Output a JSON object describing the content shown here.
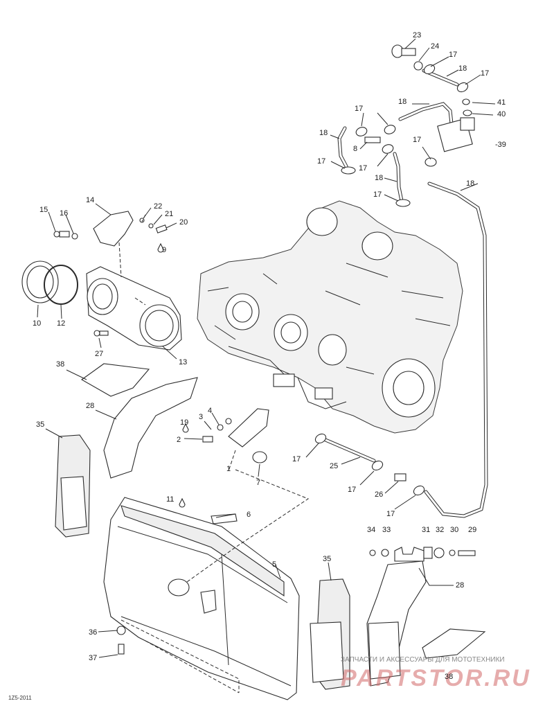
{
  "diagram_ref": "1Z5-2011",
  "watermark": {
    "top_text": "ЗАПЧАСТИ И АКСЕССУАРЫ ДЛЯ МОТОТЕХНИКИ",
    "brand_text": "PARTSTOR.RU"
  },
  "callouts": {
    "c23": "23",
    "c24": "24",
    "c17a": "17",
    "c18a": "18",
    "c17b": "17",
    "c41": "41",
    "c40": "40",
    "c17c": "17",
    "c18b": "18",
    "c39": "-39",
    "c18c": "18",
    "c8": "8",
    "c17d": "17",
    "c17e": "17",
    "c18d": "18",
    "c17f": "17",
    "c18e": "18",
    "c17g": "17",
    "c14": "14",
    "c15": "15",
    "c16": "16",
    "c22": "22",
    "c21": "21",
    "c20": "20",
    "c9": "9",
    "c10": "10",
    "c12": "12",
    "c27": "27",
    "c13": "13",
    "c38": "38",
    "c28a": "28",
    "c35a": "35",
    "c4": "4",
    "c3": "3",
    "c19": "19",
    "c2": "2",
    "c1": "1",
    "c7": "7",
    "c17h": "17",
    "c25": "25",
    "c17i": "17",
    "c26": "26",
    "c17j": "17",
    "c11": "11",
    "c6": "6",
    "c5": "5",
    "c34": "34",
    "c33": "33",
    "c31": "31",
    "c32": "32",
    "c30": "30",
    "c29": "29",
    "c28b": "28",
    "c35b": "35",
    "c36": "36",
    "c37": "37",
    "c38b": "38"
  }
}
